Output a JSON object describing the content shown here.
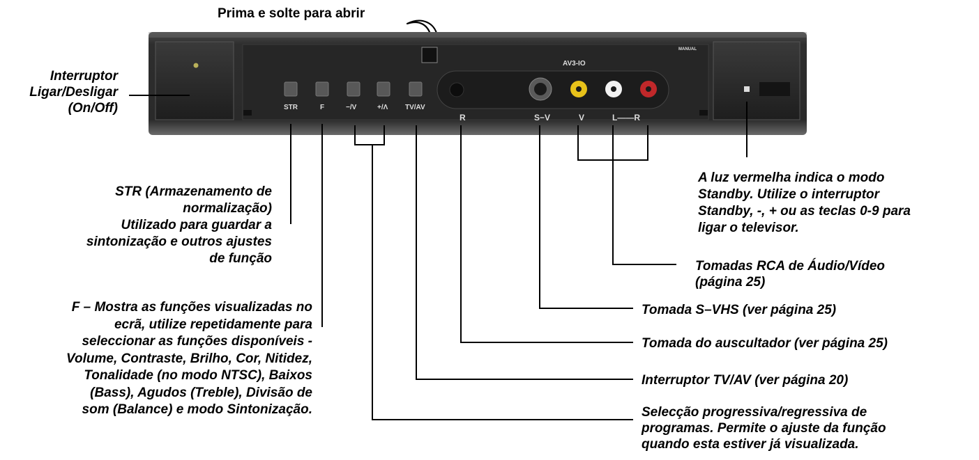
{
  "open_hint": "Prima e solte para abrir",
  "panel": {
    "model_text": "AV3-IO",
    "small_text": "MANUAL",
    "buttons": [
      "STR",
      "F",
      "−/V",
      "+/Λ",
      "TV/AV"
    ],
    "jack_labels": {
      "headphone": "R",
      "svideo": "S−V",
      "video": "V",
      "audio": "L——R"
    }
  },
  "labels": {
    "power": [
      "Interruptor",
      "Ligar/Desligar",
      "(On/Off)"
    ],
    "str": [
      "STR (Armazenamento de",
      "normalização)",
      "Utilizado para guardar a",
      "sintonização e outros ajustes",
      "de função"
    ],
    "f": [
      "F – Mostra as funções visualizadas no",
      "ecrã, utilize repetidamente para",
      "seleccionar as funções disponíveis -",
      "Volume, Contraste, Brilho, Cor, Nitidez,",
      "Tonalidade (no modo NTSC), Baixos",
      "(Bass), Agudos (Treble), Divisão de",
      "som (Balance) e modo Sintonização."
    ],
    "standby": [
      "A luz vermelha indica o modo",
      "Standby. Utilize o interruptor",
      "Standby, -, + ou as teclas 0-9 para",
      "ligar o televisor."
    ],
    "rca": [
      "Tomadas RCA de Áudio/Vídeo",
      "(página 25)"
    ],
    "svhs": "Tomada S–VHS (ver página 25)",
    "headphone": "Tomada do auscultador (ver página 25)",
    "tvav": "Interruptor TV/AV (ver página 20)",
    "prog": [
      "Selecção progressiva/regressiva de",
      "programas. Permite o ajuste da função",
      "quando esta estiver já visualizada."
    ]
  },
  "colors": {
    "panel_dark": "#2b2b2b",
    "video_jack": "#e8c21a",
    "audio_left_jack": "#f2f2f2",
    "audio_right_jack": "#c0282a",
    "indicator": "#b9b15a"
  }
}
